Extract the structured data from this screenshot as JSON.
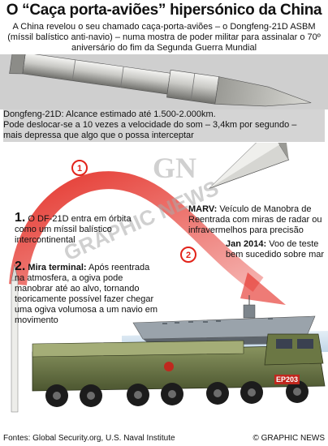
{
  "title": "O “Caça porta-aviões” hipersónico da China",
  "intro": "A China revelou o seu chamado caça-porta-aviões – o Dongfeng-21D ASBM (míssil balístico anti-navio) – numa mostra de poder militar para assinalar o 70º aniversário do fim da Segunda Guerra Mundial",
  "caption": {
    "line1": "Dongfeng-21D: Alcance estimado até 1.500-2.000km.",
    "line2": "Pode deslocar-se a 10 vezes a velocidade do som – 3,4km por segundo –",
    "line3": "mais depressa que algo que o possa interceptar"
  },
  "markers": [
    "1",
    "2"
  ],
  "steps": [
    {
      "num": "1.",
      "head": "",
      "text": "O DF-21D entra em órbita como um míssil balístico intercontinental"
    },
    {
      "num": "2.",
      "head": "Mira terminal:",
      "text": "Após reentrada na atmosfera, a ogiva pode manobrar até ao alvo, tornando teoricamente possível fazer chegar uma ogiva volumosa a um navio em movimento"
    }
  ],
  "marv": {
    "head": "MARV:",
    "text": "Veículo de Manobra de Reentrada com miras de radar ou infravermelhos para precisão"
  },
  "jan": {
    "head": "Jan 2014:",
    "text": "Voo de teste bem sucedido sobre mar"
  },
  "plate": "EP203",
  "watermark": {
    "logo": "GN",
    "text": "GRAPHIC NEWS"
  },
  "footer": {
    "sources": "Fontes: Global Security.org, U.S. Naval Institute",
    "credit": "© GRAPHIC NEWS"
  },
  "colors": {
    "accent_red": "#e2231a",
    "band_gray": "#cfcfcf",
    "caption_gray": "#d4d4d4",
    "sea_blue": "#bcd3e6",
    "truck_green": "#5e6b3c"
  }
}
